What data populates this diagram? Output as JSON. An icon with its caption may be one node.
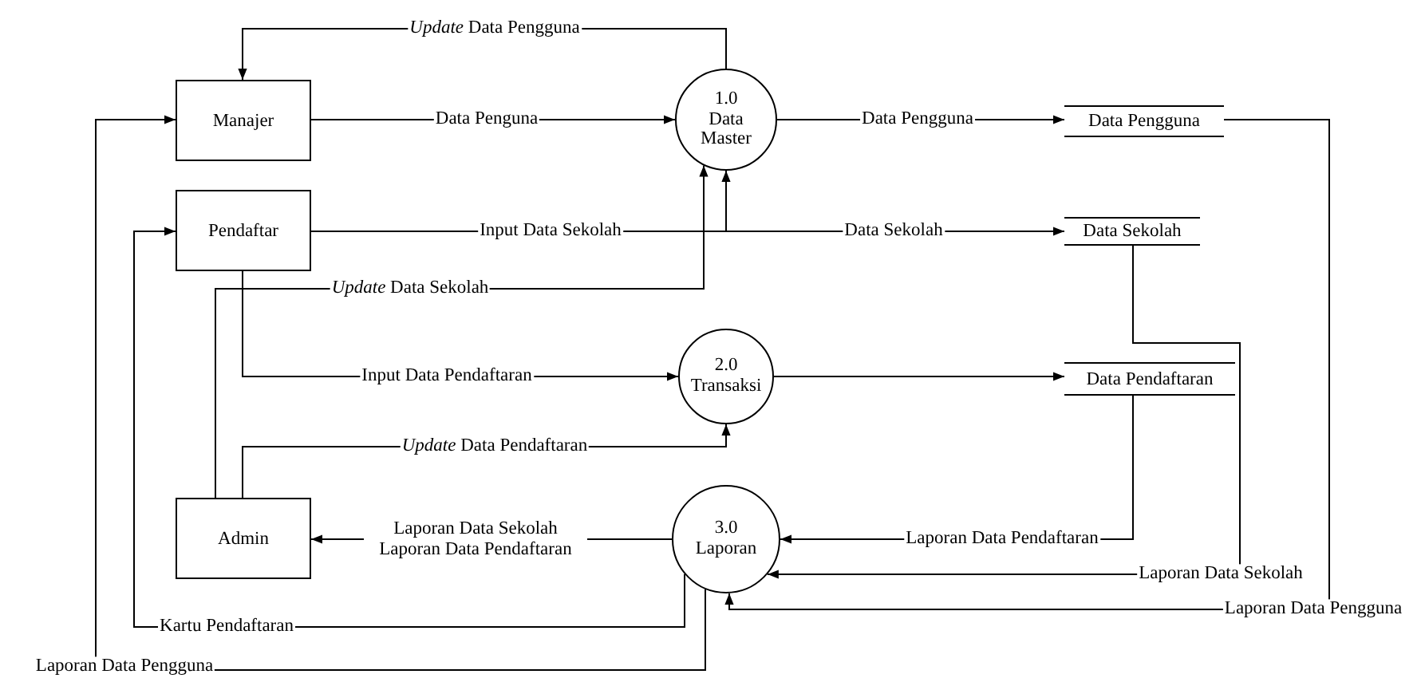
{
  "diagram": {
    "nodes": [
      {
        "text": [
          "Manajer"
        ]
      },
      {
        "text": [
          "Pendaftar"
        ]
      },
      {
        "text": [
          "Admin"
        ]
      },
      {
        "text": [
          "1.0",
          "Data Master"
        ]
      },
      {
        "text": [
          "2.0",
          "Transaksi"
        ]
      },
      {
        "text": [
          "3.0",
          "Laporan"
        ]
      },
      {
        "text": [
          "Data Pengguna"
        ]
      },
      {
        "text": [
          "Data Sekolah"
        ]
      },
      {
        "text": [
          "Data Pendaftaran"
        ]
      }
    ],
    "edges": [
      {
        "from": 3,
        "to": 0,
        "arrow": "to",
        "label": "*Update* Data Pengguna"
      },
      {
        "from": 0,
        "to": 3,
        "arrow": "to",
        "label": "Data Penguna"
      },
      {
        "from": 3,
        "to": 6,
        "arrow": "to",
        "label": "Data Pengguna"
      },
      {
        "from": 1,
        "to": 3,
        "arrow": "to",
        "label": "Input Data Sekolah"
      },
      {
        "from": 3,
        "to": 7,
        "arrow": "to",
        "label": "Data Sekolah"
      },
      {
        "from": 2,
        "to": 3,
        "arrow": "to",
        "label": "*Update* Data Sekolah"
      },
      {
        "from": 1,
        "to": 4,
        "arrow": "to",
        "label": "Input Data Pendaftaran"
      },
      {
        "from": 2,
        "to": 4,
        "arrow": "to",
        "label": "*Update* Data Pendaftaran"
      },
      {
        "from": 4,
        "to": 8,
        "arrow": "to"
      },
      {
        "from": 5,
        "to": 2,
        "arrow": "to",
        "label": "Laporan Data Sekolah Laporan Data Pendaftaran"
      },
      {
        "from": 8,
        "to": 5,
        "arrow": "to",
        "label": "Laporan Data Pendaftaran"
      },
      {
        "from": 7,
        "to": 5,
        "arrow": "to",
        "label": "Laporan Data Sekolah"
      },
      {
        "from": 6,
        "to": 5,
        "arrow": "to",
        "label": "Laporan Data Pengguna"
      },
      {
        "from": 5,
        "to": 1,
        "arrow": "to",
        "label": "Kartu Pendaftaran"
      },
      {
        "from": 5,
        "to": 0,
        "arrow": "to",
        "label": "Laporan Data Pengguna"
      }
    ]
  }
}
